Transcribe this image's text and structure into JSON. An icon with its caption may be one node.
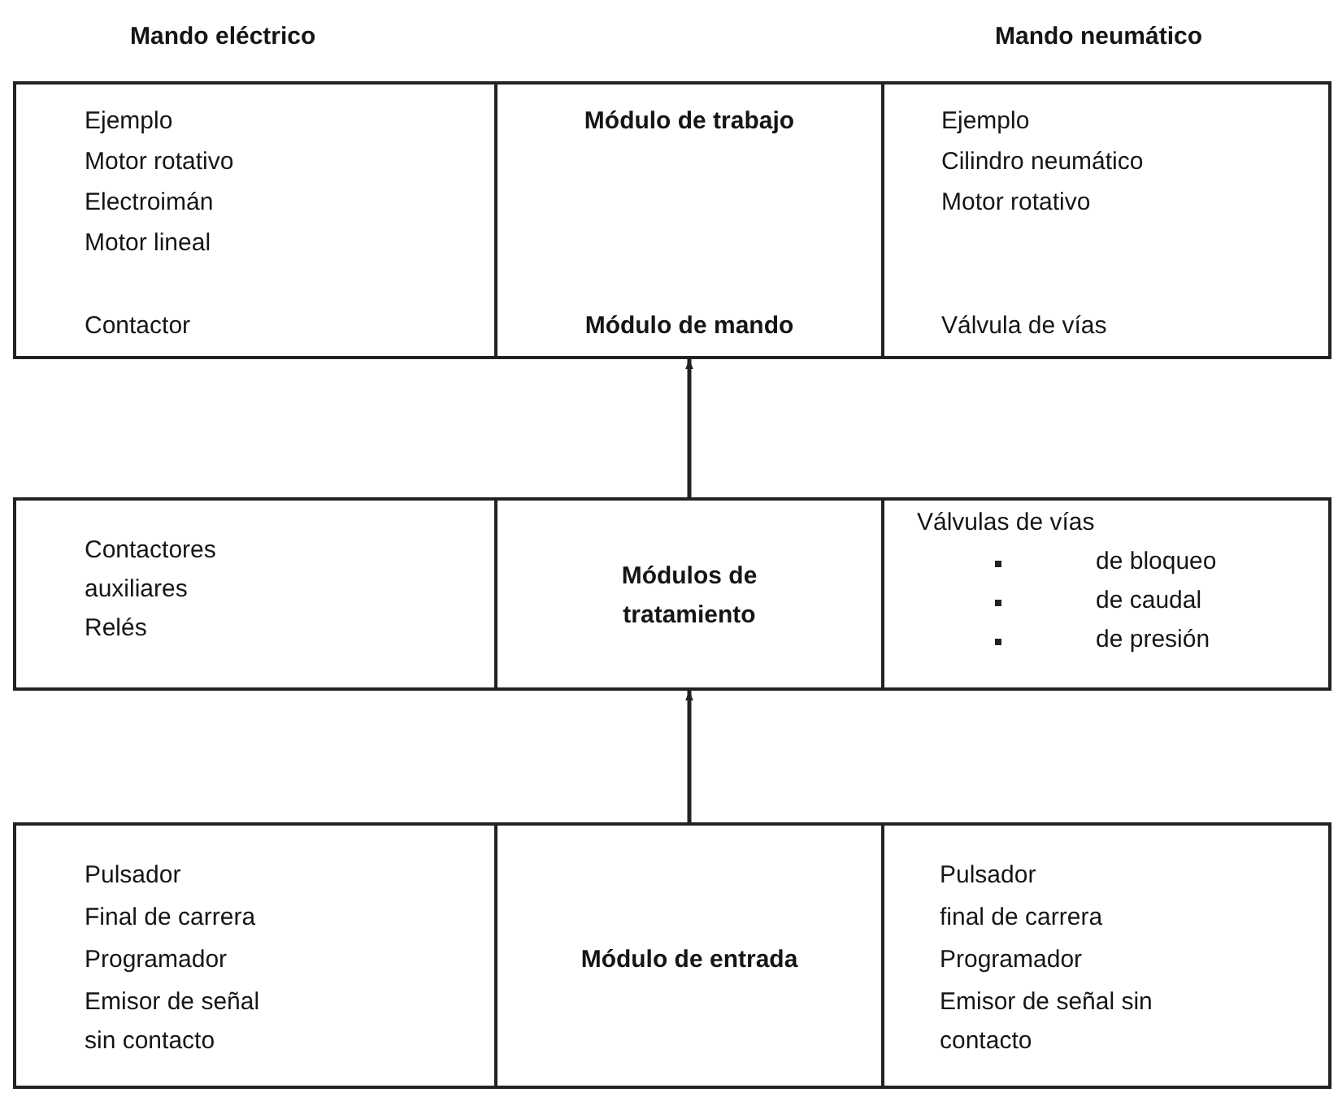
{
  "diagram": {
    "nodes": [
      {
        "text": [
          "Ejemplo",
          "Motor rotativo",
          "Electroimán",
          "Motor lineal",
          "Contactor"
        ]
      },
      {
        "text": [
          "Módulo de trabajo",
          "Módulo de mando"
        ]
      },
      {
        "text": [
          "Ejemplo",
          "Cilindro neumático",
          "Motor rotativo",
          "Válvula de vías"
        ]
      },
      {
        "text": [
          "Contactores auxiliares",
          "Relés"
        ]
      },
      {
        "text": [
          "Módulos de tratamiento"
        ]
      },
      {
        "text": [
          "Válvulas de vías",
          "de bloqueo",
          "de caudal",
          "de presión"
        ]
      },
      {
        "text": [
          "Pulsador",
          "Final de carrera",
          "Programador",
          "Emisor de señal sin contacto"
        ]
      },
      {
        "text": [
          "Módulo de entrada"
        ]
      },
      {
        "text": [
          "Pulsador",
          "final de carrera",
          "Programador",
          "Emisor de señal sin contacto"
        ]
      }
    ],
    "edges": [
      {
        "from": 7,
        "to": 4,
        "arrow": "to"
      },
      {
        "from": 4,
        "to": 1,
        "arrow": "to"
      }
    ],
    "labels": [
      "Mando eléctrico",
      "Mando neumático"
    ]
  }
}
